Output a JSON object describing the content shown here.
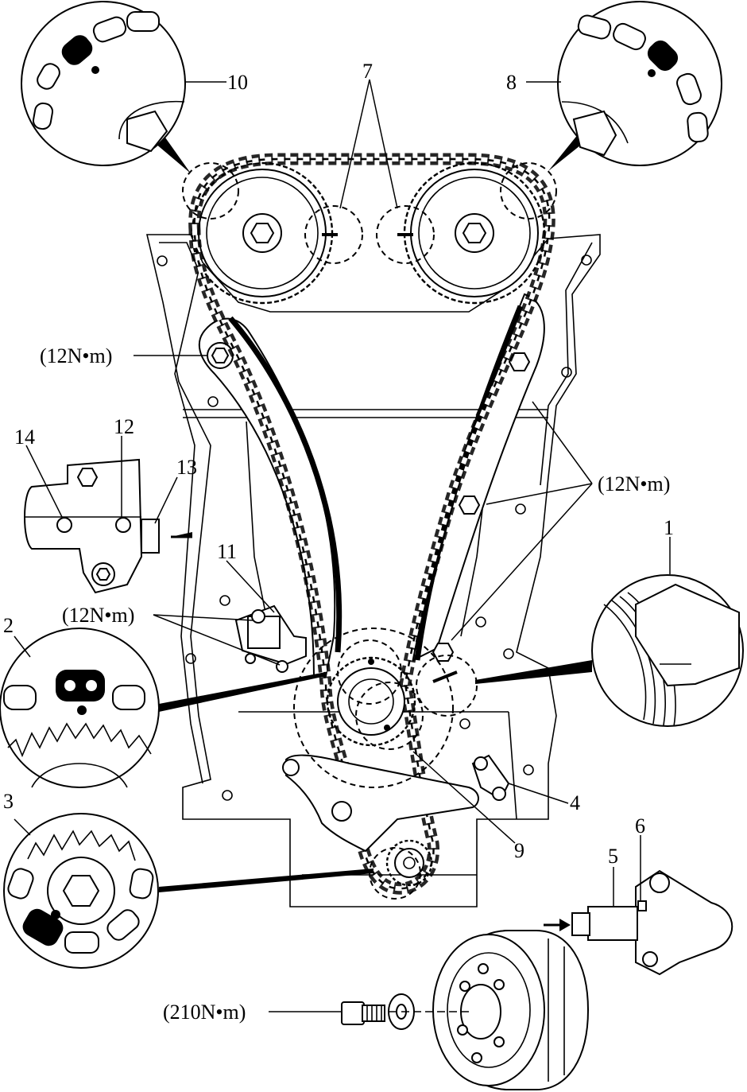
{
  "callouts": {
    "c1": "1",
    "c2": "2",
    "c3": "3",
    "c4": "4",
    "c5": "5",
    "c6": "6",
    "c7": "7",
    "c8": "8",
    "c9": "9",
    "c10": "10",
    "c11": "11",
    "c12": "12",
    "c13": "13",
    "c14": "14"
  },
  "torques": {
    "t_guide_left": "(12N•m)",
    "t_guide_right": "(12N•m)",
    "t_tensioner": "(12N•m)",
    "t_pulley_bolt": "(210N•m)"
  },
  "colors": {
    "line": "#000000",
    "background": "#ffffff"
  }
}
